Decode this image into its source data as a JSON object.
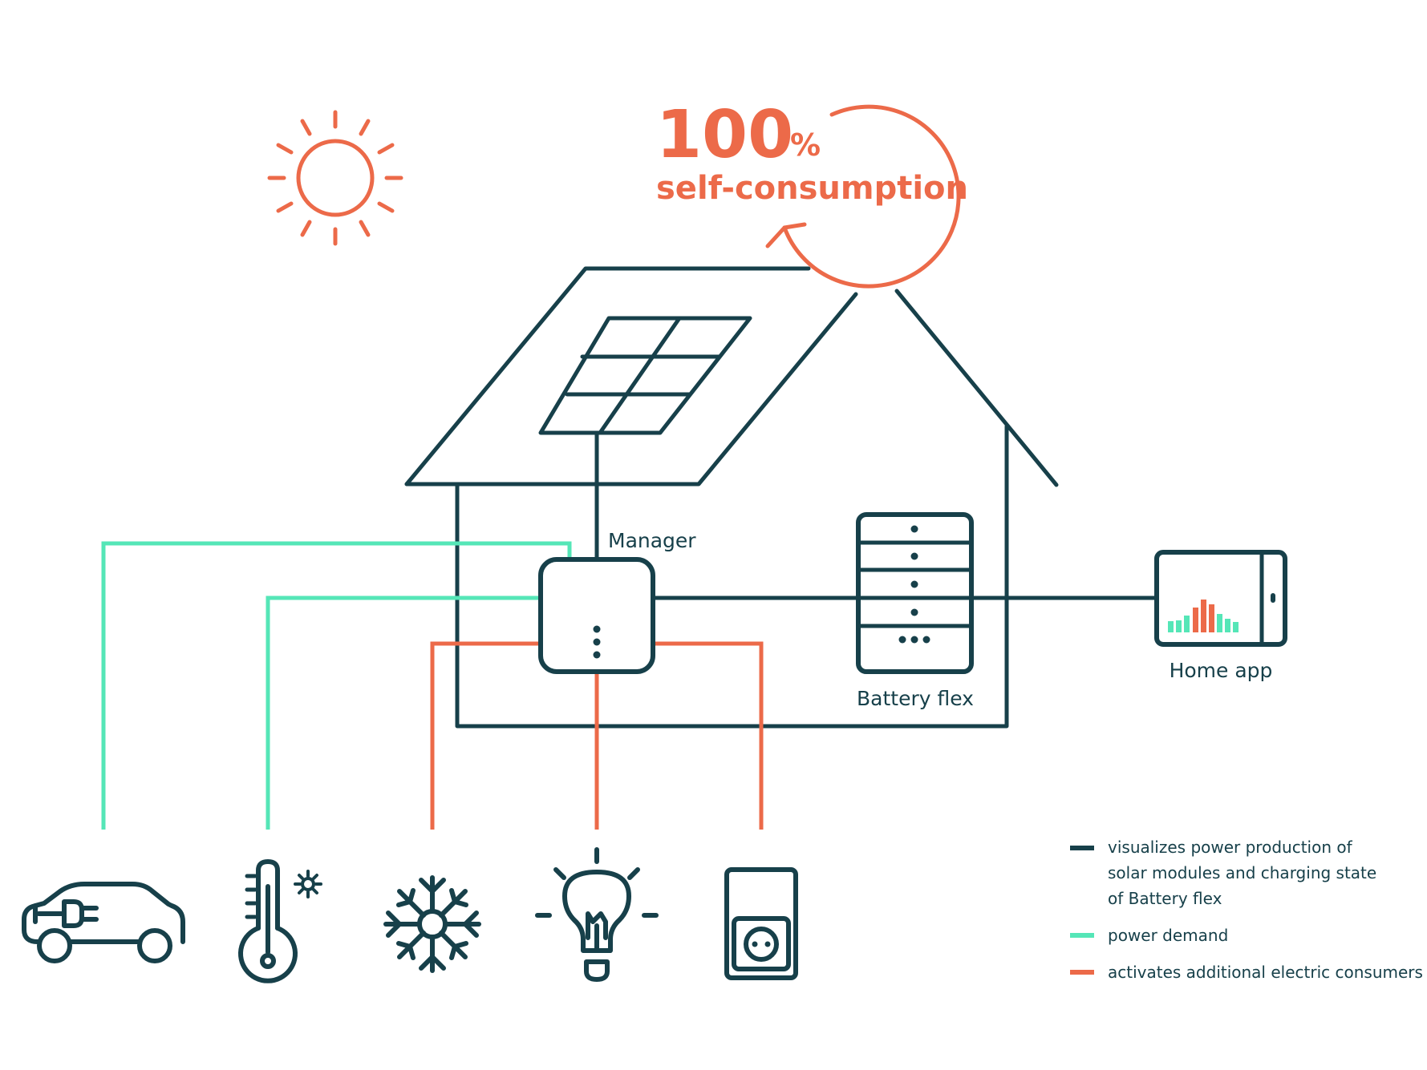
{
  "colors": {
    "dark": "#17404a",
    "orange": "#ec6a49",
    "mint": "#55e6b7"
  },
  "headline": {
    "value": "100",
    "unit": "%",
    "label": "self-consumption"
  },
  "labels": {
    "manager": "Manager",
    "battery": "Battery flex",
    "home_app": "Home app"
  },
  "legend": {
    "production": {
      "color_key": "dark",
      "lines": [
        "visualizes power production of",
        "solar modules and charging state",
        "of Battery flex"
      ]
    },
    "demand": {
      "color_key": "mint",
      "text": "power demand"
    },
    "consumers": {
      "color_key": "orange",
      "text": "activates additional electric consumers"
    }
  },
  "icons": [
    "sun-icon",
    "solar-panel-icon",
    "house-icon",
    "manager-device-icon",
    "battery-flex-icon",
    "home-app-tablet-icon",
    "electric-car-icon",
    "thermometer-icon",
    "snowflake-icon",
    "light-bulb-icon",
    "power-socket-icon"
  ]
}
